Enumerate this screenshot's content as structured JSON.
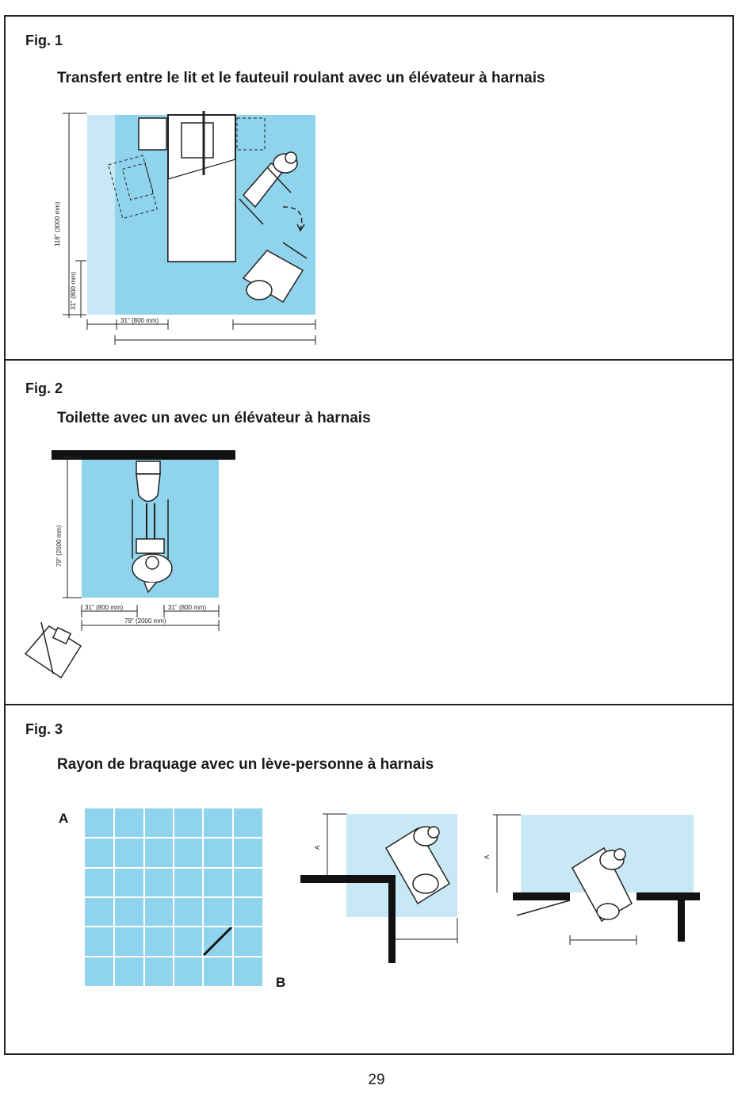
{
  "figures": [
    {
      "label": "Fig. 1",
      "caption": "Transfert entre le lit et le fauteuil roulant avec un élévateur à harnais",
      "dims": {
        "vertical_total": "118\" (3000 mm)",
        "vertical_part": "31\" (800 mm)",
        "horizontal_part": "31\" (800 mm)"
      }
    },
    {
      "label": "Fig. 2",
      "caption": "Toilette avec un avec un élévateur à harnais",
      "dims": {
        "vertical": "79\" (2000 mm)",
        "bottom_left": "31\" (800 mm)",
        "bottom_right": "31\" (800 mm)",
        "bottom_total": "79\" (2000 mm)"
      }
    },
    {
      "label": "Fig. 3",
      "caption": "Rayon de braquage avec un lève-personne à harnais",
      "marks": {
        "a": "A",
        "b": "B",
        "dim_a": "A"
      }
    }
  ],
  "page_number": "29",
  "colors": {
    "blue": "#8fd3ec",
    "light_blue": "#c8e8f5",
    "line": "#222222"
  }
}
